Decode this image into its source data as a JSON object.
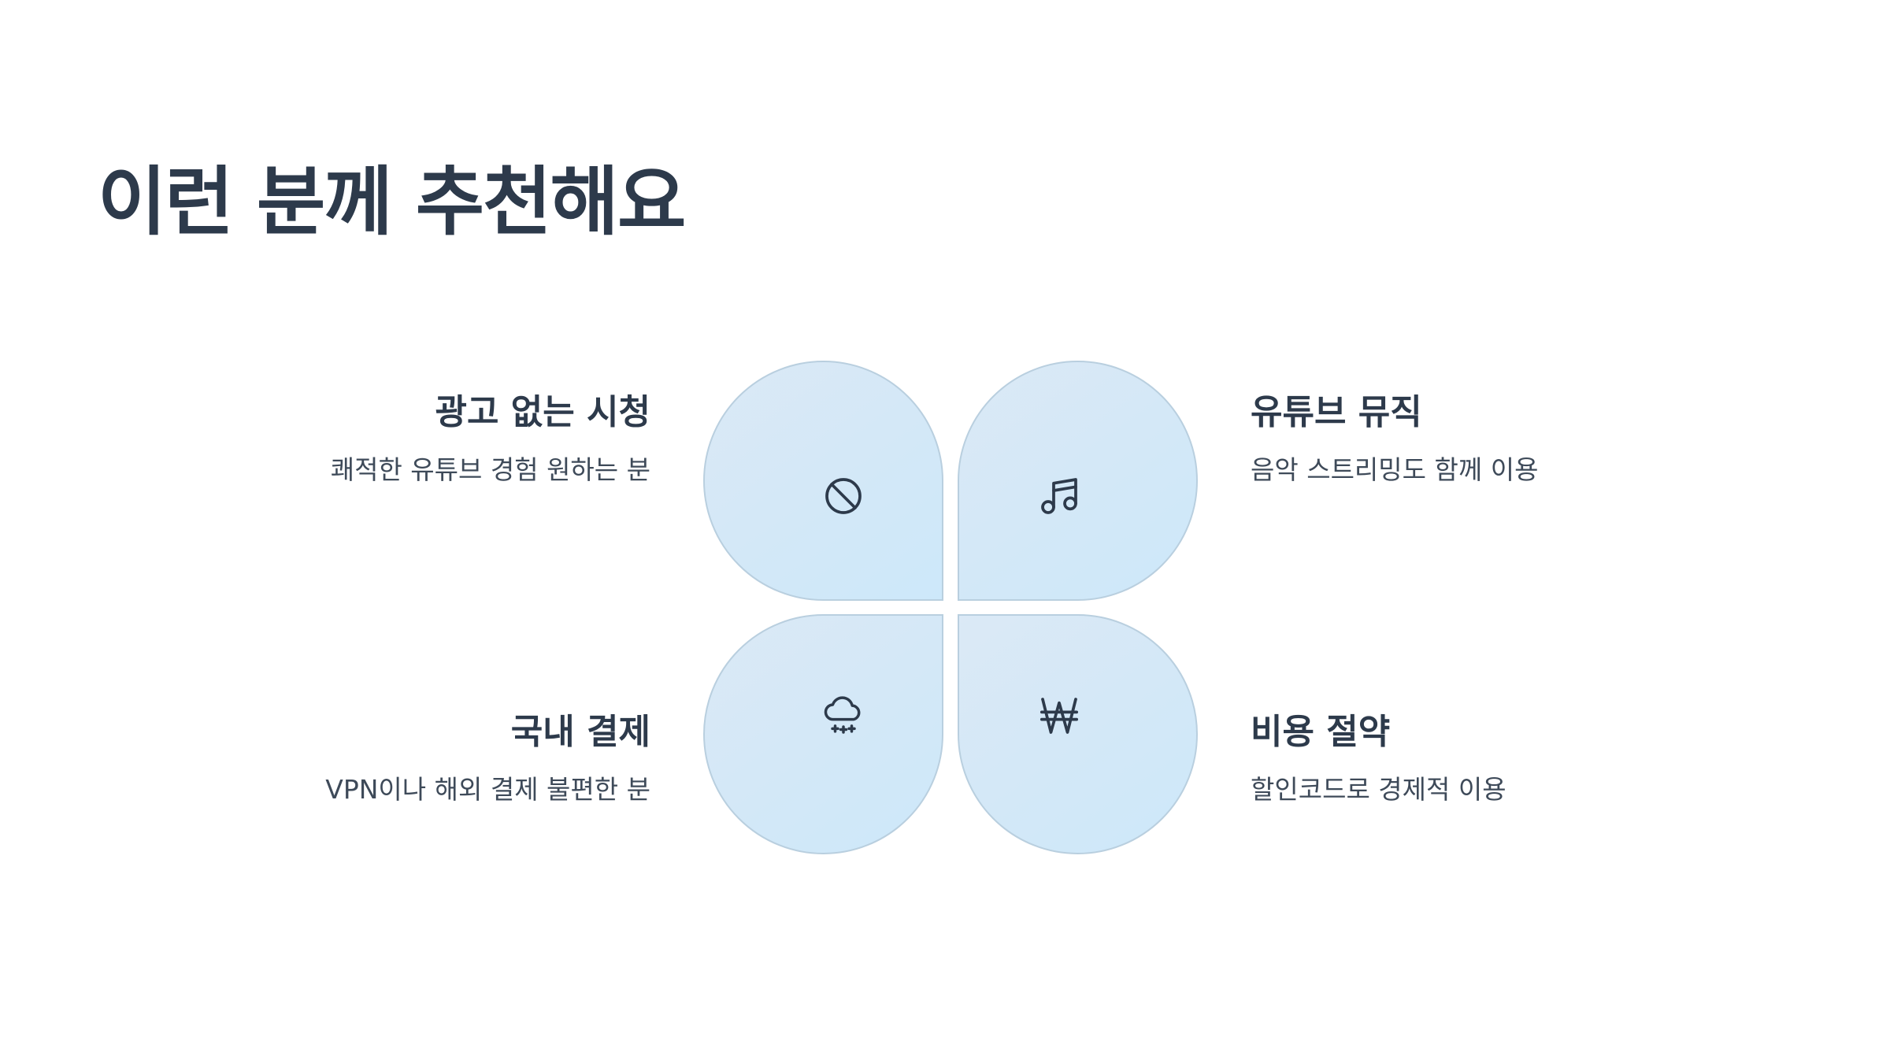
{
  "title": "이런 분께 추천해요",
  "colors": {
    "text": "#2d3a4b",
    "petal_fill": "#d3e8f7",
    "petal_border": "#b9cfdf"
  },
  "items": [
    {
      "title": "광고 없는 시청",
      "description": "쾌적한 유튜브 경험 원하는 분",
      "icon": "no-ads-icon"
    },
    {
      "title": "유튜브 뮤직",
      "description": "음악 스트리밍도 함께 이용",
      "icon": "music-note-icon"
    },
    {
      "title": "국내 결제",
      "description": "VPN이나 해외 결제 불편한 분",
      "icon": "cloud-snow-icon"
    },
    {
      "title": "비용 절약",
      "description": "할인코드로 경제적 이용",
      "icon": "won-sign-icon"
    }
  ]
}
